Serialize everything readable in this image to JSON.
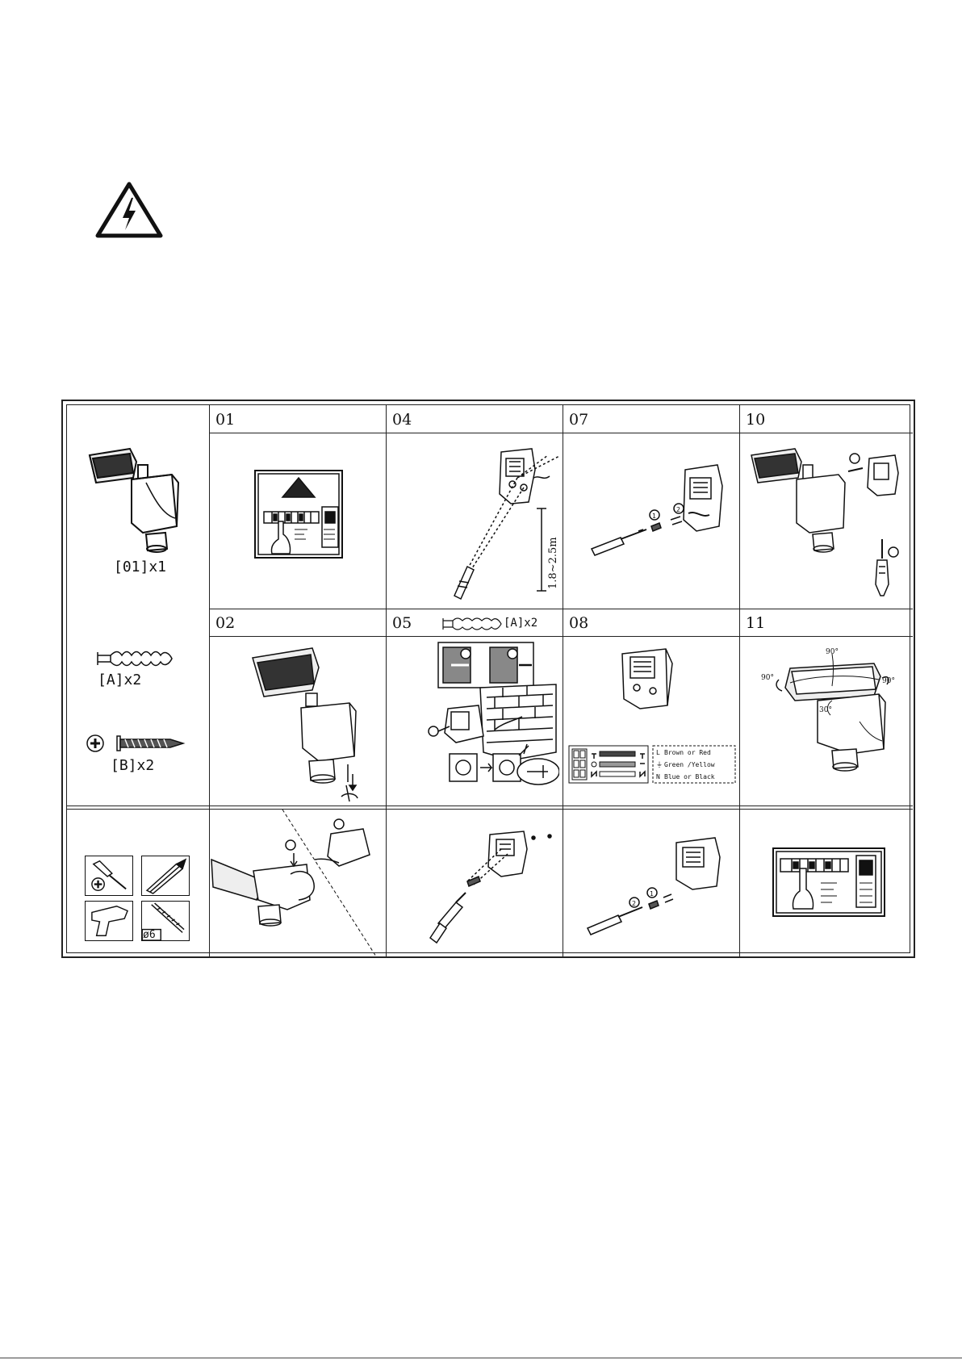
{
  "steps": {
    "s01": "01",
    "s02": "02",
    "s04": "04",
    "s05": "05",
    "s07": "07",
    "s08": "08",
    "s10": "10",
    "s11": "11"
  },
  "parts": {
    "lamp": "[01]x1",
    "anchor": "[A]x2",
    "screw": "[B]x2",
    "drill_bit": "ø6",
    "step05_anchor": "[A]x2"
  },
  "height_label": "1.8~2.5m",
  "wiring": {
    "brown": "Brown or Red",
    "green": "Green /Yellow",
    "blue": "Blue or Black"
  },
  "angles": {
    "top": "90°",
    "left": "90°",
    "right": "90°",
    "bottom": "30°"
  }
}
